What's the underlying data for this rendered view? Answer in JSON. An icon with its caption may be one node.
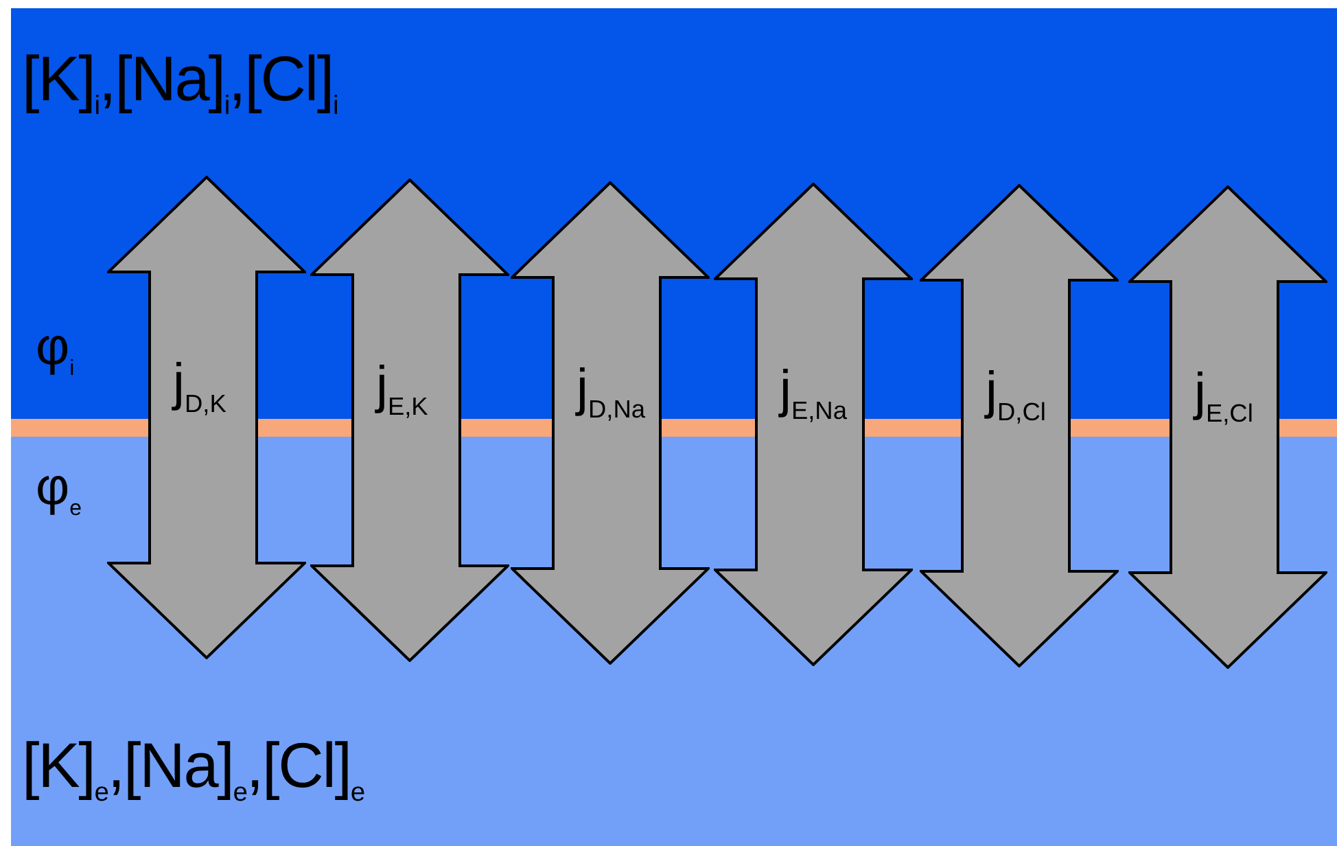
{
  "diagram": {
    "nodes": [
      {
        "text": [
          "[K]$_{i}$,[Na]$_{i}$,[Cl]$_{i}$",
          "φ$_{i}$"
        ]
      },
      {
        "text": [],
        "shape": "bar"
      },
      {
        "text": [
          "φ$_{e}$",
          "[K]$_{e}$,[Na]$_{e}$,[Cl]$_{e}$"
        ]
      },
      {
        "text": [
          "j$_{D,K}$"
        ]
      },
      {
        "text": [
          "j$_{E,K}$"
        ]
      },
      {
        "text": [
          "j$_{D,Na}$"
        ]
      },
      {
        "text": [
          "j$_{E,Na}$"
        ]
      },
      {
        "text": [
          "j$_{D,Cl}$"
        ]
      },
      {
        "text": [
          "j$_{E,Cl}$"
        ]
      }
    ]
  }
}
